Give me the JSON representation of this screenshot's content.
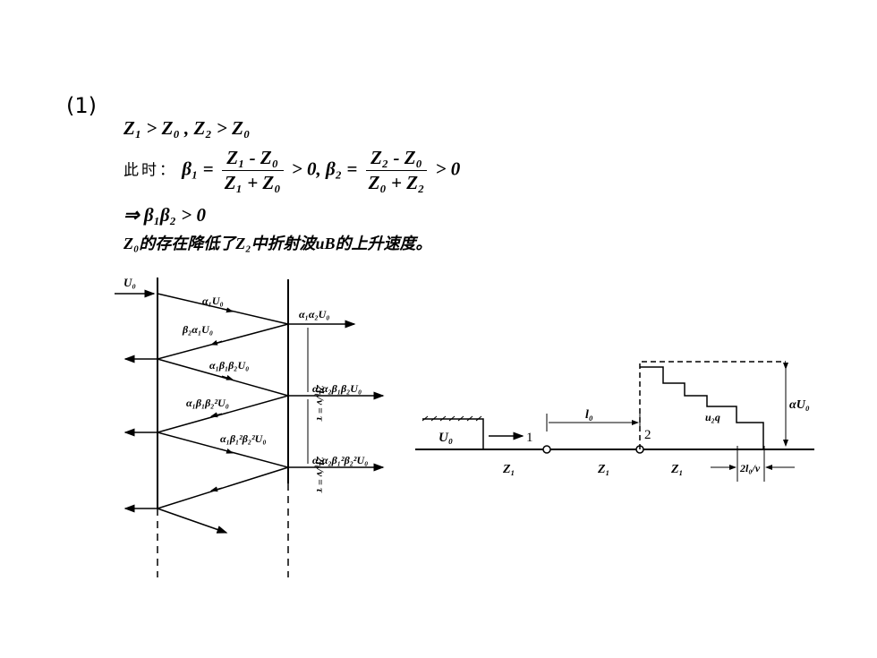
{
  "part_number": "(1)",
  "line1": "Z₁ > Z₀ , Z₂ > Z₀",
  "line2": {
    "prefix": "此时：",
    "beta1": "β₁ =",
    "frac1_num": "Z₁ - Z₀",
    "frac1_den": "Z₁ + Z₀",
    "mid": "> 0, β₂ =",
    "frac2_num": "Z₂ - Z₀",
    "frac2_den": "Z₀ + Z₂",
    "suffix": "> 0"
  },
  "line3": "⇒ β₁β₂ > 0",
  "line4": "Z₀的存在降低了Z₂中折射波uB的上升速度。",
  "left_diagram": {
    "source": "U₀",
    "wave_labels": [
      "α₁U₀",
      "β₂α₁U₀",
      "α₁β₁β₂U₀",
      "α₁β₁β₂²U₀",
      "α₁β₁²β₂²U₀"
    ],
    "transmitted_labels": [
      "α₁α₂U₀",
      "α₁α₂β₁β₂U₀",
      "α₁α₂β₁²β₂²U₀"
    ],
    "time_labels": [
      "2l₀/v = τ",
      "2l₀/v = τ"
    ]
  },
  "right_diagram": {
    "source": "U₀",
    "node1": "1",
    "node2": "2",
    "length": "l₀",
    "impedances": [
      "Z₁",
      "Z₁",
      "Z₁"
    ],
    "wave": "u₂q",
    "amplitude": "αU₀",
    "step_width": "2l₀/v"
  }
}
